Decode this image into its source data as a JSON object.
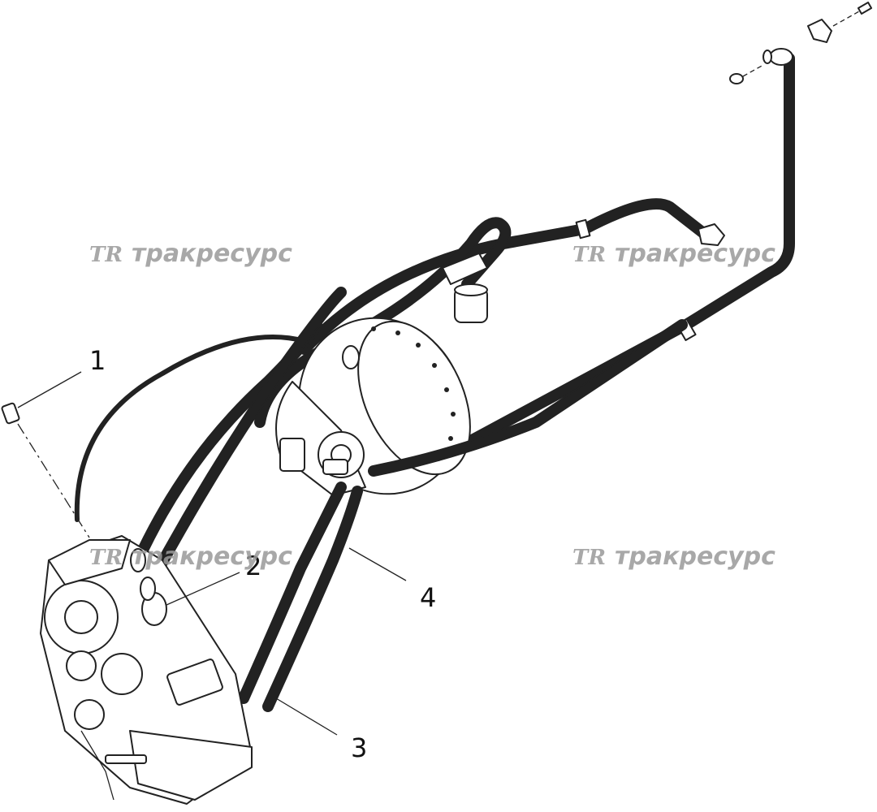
{
  "callouts": {
    "c1": "1",
    "c2": "2",
    "c3": "3",
    "c4": "4"
  },
  "watermark": {
    "logo": "TR",
    "text": "тракресурс"
  },
  "colors": {
    "line": "#222222",
    "watermark": "#9a9a9a",
    "background": "#ffffff"
  }
}
